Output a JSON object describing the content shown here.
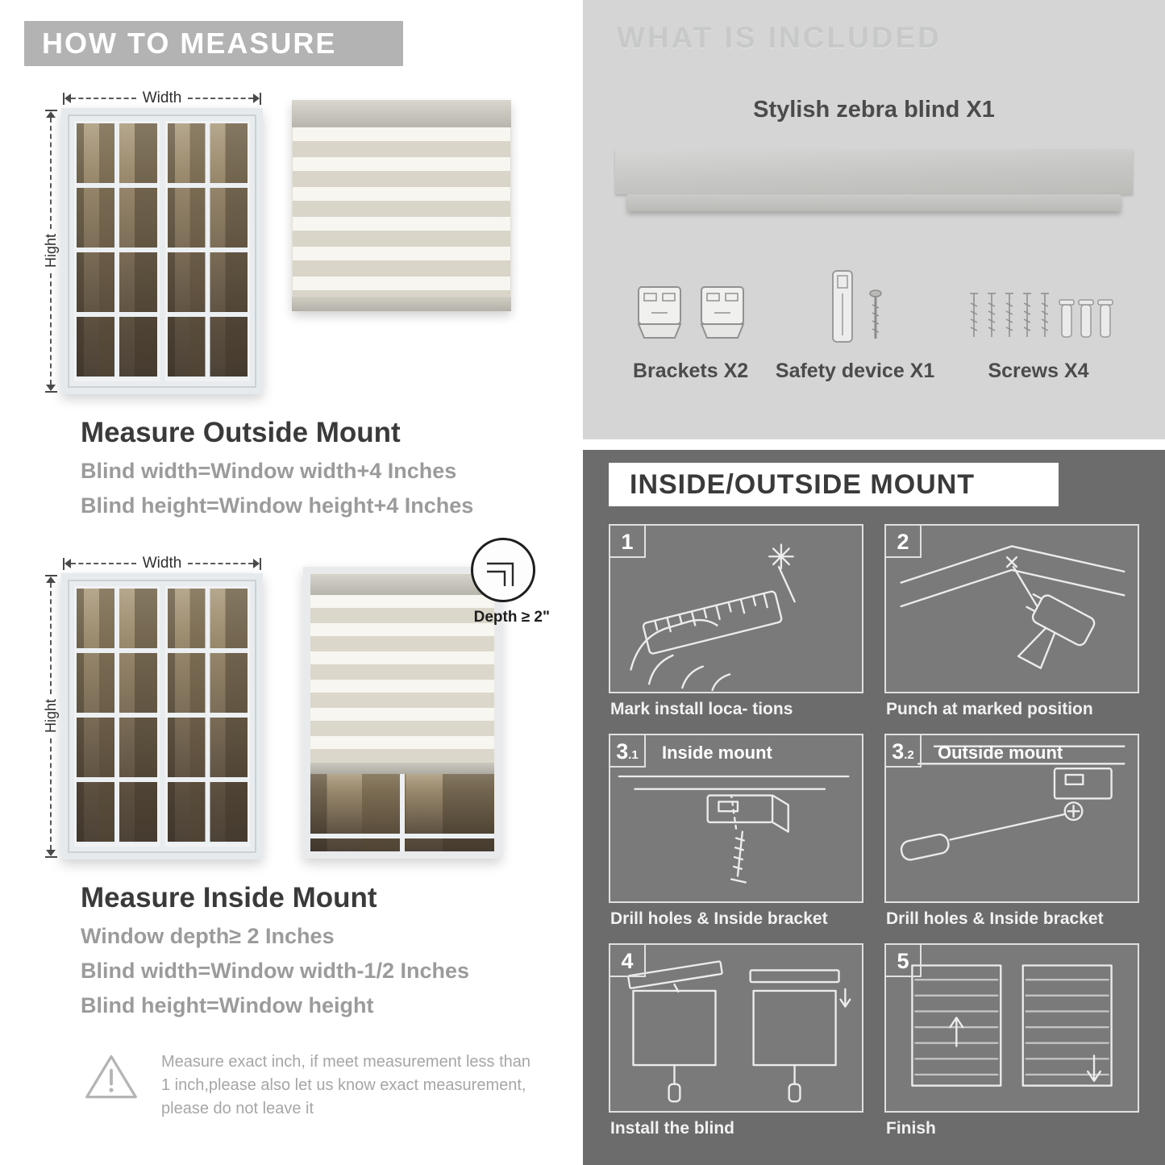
{
  "colors": {
    "banner_gray": "#b3b3b3",
    "included_panel_gray": "#d5d5d5",
    "mount_panel_dark": "#6c6c6c",
    "heading_dark": "#3a3a3a",
    "subtext_gray": "#9b9b9b",
    "stripe_beige": "#d9d5c9",
    "stripe_white": "#f8f6f1"
  },
  "left": {
    "header": "HOW TO MEASURE",
    "outside": {
      "width_label": "Width",
      "height_label": "Hight",
      "heading": "Measure Outside Mount",
      "lines": [
        "Blind width=Window width+4 Inches",
        "Blind height=Window height+4 Inches"
      ]
    },
    "inside": {
      "width_label": "Width",
      "height_label": "Hight",
      "depth_label": "Depth ≥ 2\"",
      "heading": "Measure Inside Mount",
      "lines": [
        "Window depth≥ 2 Inches",
        "Blind width=Window width-1/2 Inches",
        "Blind height=Window height"
      ]
    },
    "warning": "Measure exact inch, if meet measurement less than 1 inch,please also let us know exact measurement, please do not leave it"
  },
  "included": {
    "header": "WHAT IS INCLUDED",
    "blind_label": "Stylish zebra blind X1",
    "items": [
      {
        "label": "Brackets X2"
      },
      {
        "label": "Safety device X1"
      },
      {
        "label": "Screws X4"
      }
    ]
  },
  "mount": {
    "header": "INSIDE/OUTSIDE MOUNT",
    "steps": [
      {
        "num": "1",
        "sub": "",
        "title": "",
        "caption": "Mark install loca- tions"
      },
      {
        "num": "2",
        "sub": "",
        "title": "",
        "caption": "Punch at  marked position"
      },
      {
        "num": "3",
        "sub": ".1",
        "title": "Inside mount",
        "caption": "Drill holes &  Inside bracket"
      },
      {
        "num": "3",
        "sub": ".2",
        "title": "Outside mount",
        "caption": "Drill holes &  Inside bracket"
      },
      {
        "num": "4",
        "sub": "",
        "title": "",
        "caption": "Install the blind"
      },
      {
        "num": "5",
        "sub": "",
        "title": "",
        "caption": "Finish"
      }
    ]
  }
}
